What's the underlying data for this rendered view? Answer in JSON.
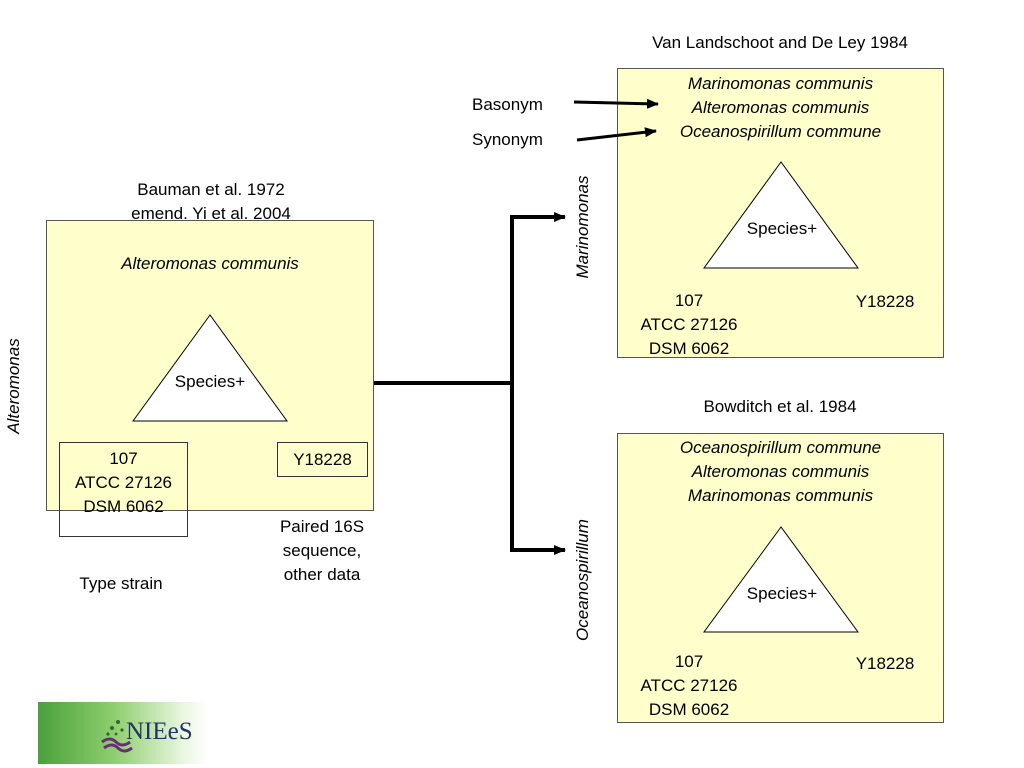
{
  "left": {
    "authority_line1": "Bauman et al. 1972",
    "authority_line2": "emend. Yi et al. 2004",
    "genus_vertical": "Alteromonas",
    "species_name": "Alteromonas communis",
    "triangle_label": "Species+",
    "type_strain_lines": [
      "107",
      "ATCC 27126",
      "DSM 6062"
    ],
    "sequence_accession": "Y18228",
    "type_strain_caption": "Type strain",
    "sequence_caption_lines": [
      "Paired 16S",
      "sequence,",
      "other data"
    ]
  },
  "right_top": {
    "authority": "Van Landschoot and De Ley 1984",
    "genus_vertical": "Marinomonas",
    "names": [
      "Marinomonas communis",
      "Alteromonas communis",
      "Oceanospirillum commune"
    ],
    "triangle_label": "Species+",
    "strain_lines": [
      "107",
      "ATCC 27126",
      "DSM 6062"
    ],
    "accession": "Y18228",
    "basonym_label": "Basonym",
    "synonym_label": "Synonym"
  },
  "right_bottom": {
    "authority": "Bowditch et al. 1984",
    "genus_vertical": "Oceanospirillum",
    "names": [
      "Oceanospirillum commune",
      "Alteromonas communis",
      "Marinomonas communis"
    ],
    "triangle_label": "Species+",
    "strain_lines": [
      "107",
      "ATCC 27126",
      "DSM 6062"
    ],
    "accession": "Y18228"
  },
  "logo": {
    "text": "NIEeS"
  },
  "colors": {
    "box_fill": "#ffffcc",
    "logo_green": "#4aa03c",
    "logo_text": "#223366"
  }
}
